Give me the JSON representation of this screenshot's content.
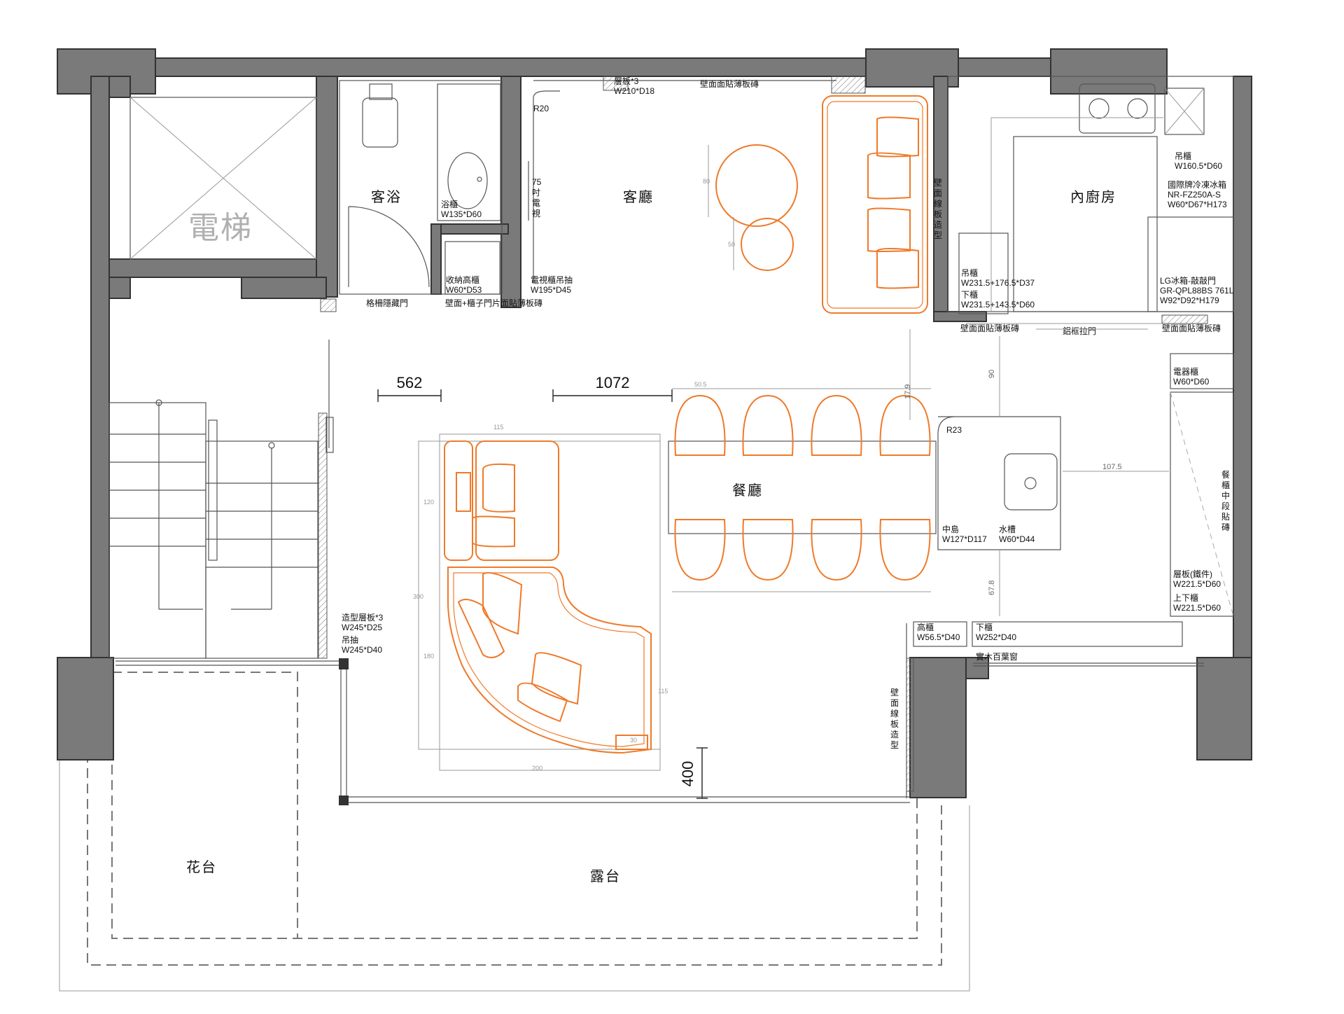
{
  "rooms": {
    "elevator": "電梯",
    "guest_bath": "客浴",
    "living_room": "客廳",
    "kitchen": "內廚房",
    "dining_room": "餐廳",
    "planter": "花台",
    "terrace": "露台"
  },
  "dimensions": {
    "d562": "562",
    "d1072": "1072",
    "d400": "400",
    "d90": "90",
    "d107_5": "107.5",
    "d67_8": "67.8",
    "d17_9": "17.9",
    "r20": "R20",
    "r23": "R23"
  },
  "labels": {
    "shelf3_l1": "層板*3",
    "shelf3_l2": "W210*D18",
    "wall_tile_top": "壁面面貼薄板磚",
    "tv_v": [
      "75",
      "吋",
      "電",
      "視"
    ],
    "bath_cab_l1": "浴櫃",
    "bath_cab_l2": "W135*D60",
    "storage_l1": "收納高櫃",
    "storage_l2": "W60*D53",
    "tv_drawer_l1": "電視櫃吊抽",
    "tv_drawer_l2": "W195*D45",
    "grille_door": "格柵隱藏門",
    "wall_cab_tile": "壁面+櫃子門片面貼薄板磚",
    "wall_line_v": [
      "壁",
      "面",
      "線",
      "板",
      "造",
      "型"
    ],
    "upper_l1": "吊櫃",
    "upper_l2": "W231.5+176.5*D37",
    "lower_l1": "下櫃",
    "lower_l2": "W231.5+143.5*D60",
    "wall_tile_mid": "壁面面貼薄板磚",
    "alu_door": "鋁框拉門",
    "wall_tile_right": "壁面面貼薄板磚",
    "hang_l1": "吊櫃",
    "hang_l2": "W160.5*D60",
    "fridge1_l1": "國際牌冷凍冰箱",
    "fridge1_l2": "NR-FZ250A-S",
    "fridge1_l3": "W60*D67*H173",
    "fridge2_l1": "LG冰箱-敲敲門",
    "fridge2_l2": "GR-QPL88BS 761L",
    "fridge2_l3": "W92*D92*H179",
    "appliance_l1": "電器櫃",
    "appliance_l2": "W60*D60",
    "dining_tile_v": [
      "餐",
      "櫃",
      "中",
      "段",
      "貼",
      "磚"
    ],
    "iron_shelf_l1": "層板(鐵件)",
    "iron_shelf_l2": "W221.5*D60",
    "updown_l1": "上下櫃",
    "updown_l2": "W221.5*D60",
    "island_l1": "中島",
    "island_l2": "W127*D117",
    "sink_l1": "水槽",
    "sink_l2": "W60*D44",
    "tall_l1": "高櫃",
    "tall_l2": "W56.5*D40",
    "low_l1": "下櫃",
    "low_l2": "W252*D40",
    "louver": "實木百葉窗",
    "wall_line2_v": [
      "壁",
      "面",
      "線",
      "板",
      "造",
      "型"
    ],
    "shaped_shelf_l1": "造型層板*3",
    "shaped_shelf_l2": "W245*D25",
    "hang_drawer_l1": "吊抽",
    "hang_drawer_l2": "W245*D40"
  },
  "furniture_dims": {
    "sofa_top": "115",
    "sofa_120": "120",
    "sofa_300": "300",
    "sofa_180": "180",
    "sofa_115b": "115",
    "sofa_30": "30",
    "rug_200": "200",
    "table_80": "80",
    "table_50": "50",
    "chair_50_5": "50.5"
  },
  "colors": {
    "wall": "#7a7a7a",
    "furniture": "#ef7a2a",
    "elevator_text": "#b0b0b0"
  }
}
